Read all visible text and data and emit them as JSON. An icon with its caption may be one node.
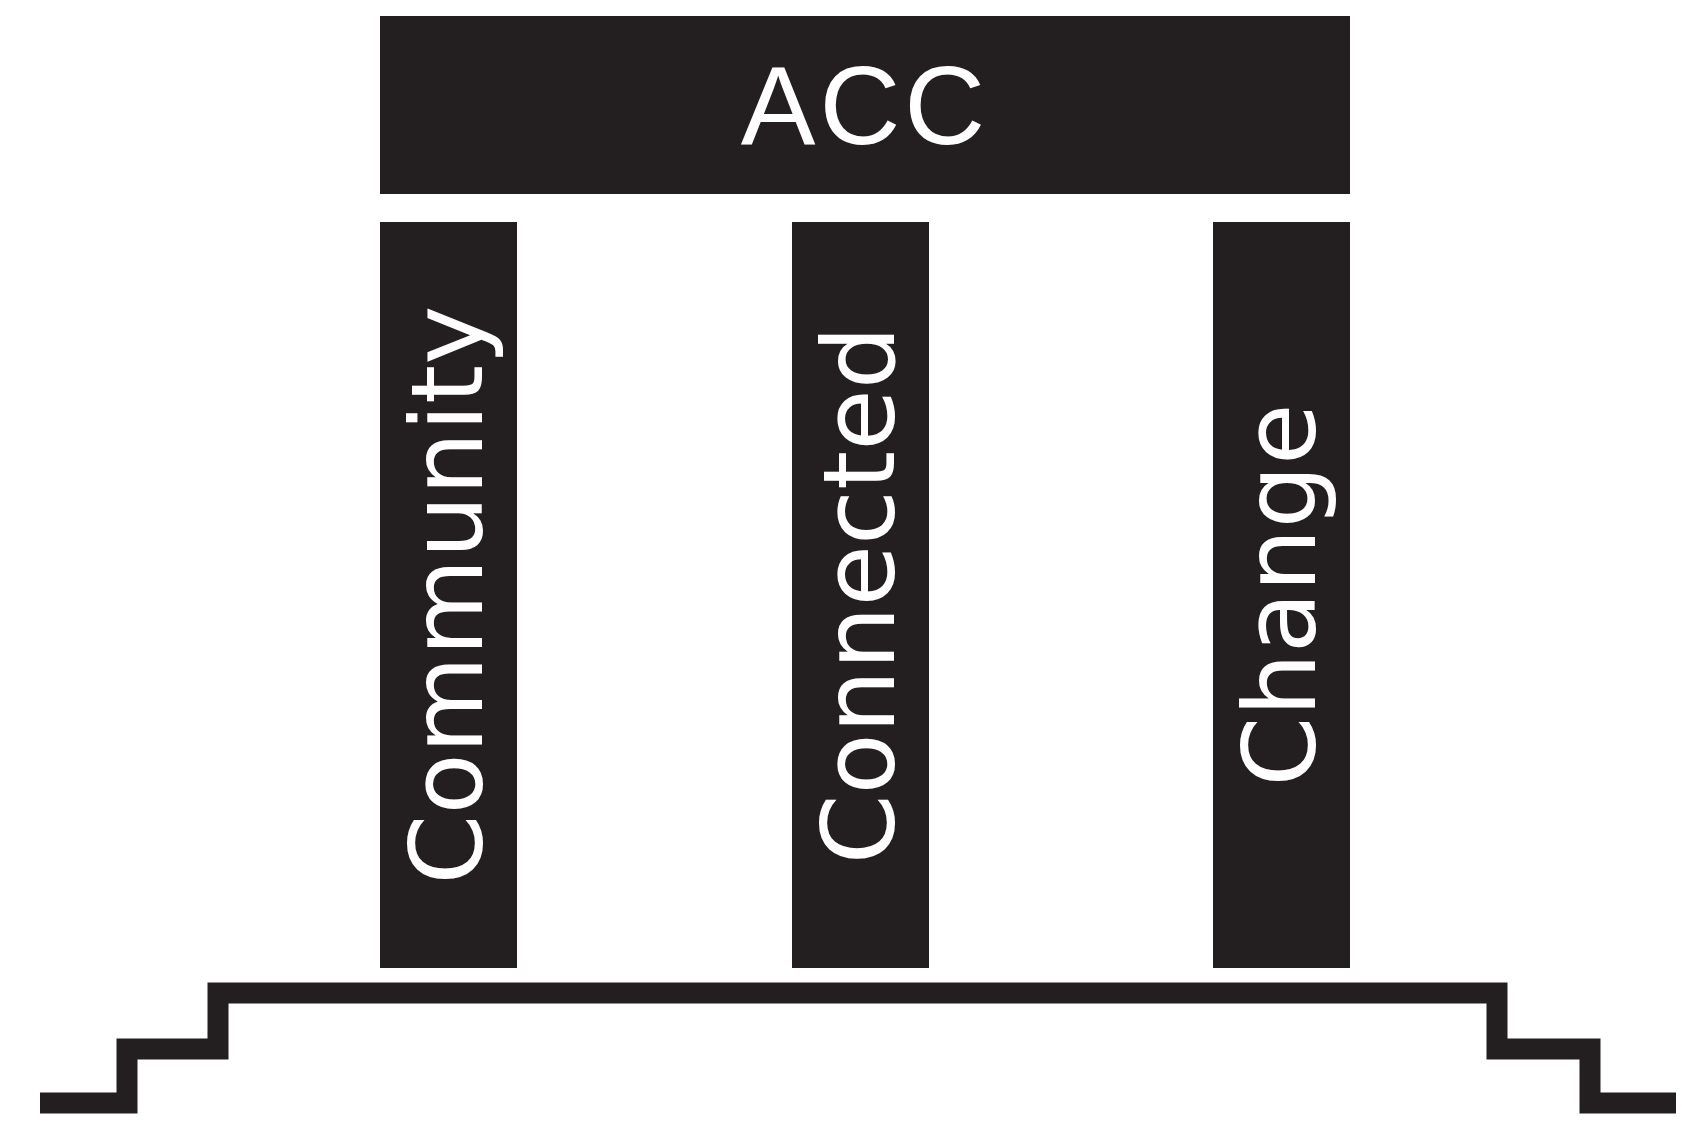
{
  "diagram": {
    "nodes": [
      {
        "text": [
          "ACC"
        ]
      },
      {
        "text": [
          "Community"
        ]
      },
      {
        "text": [
          "Connected"
        ]
      },
      {
        "text": [
          "Change"
        ]
      }
    ]
  }
}
